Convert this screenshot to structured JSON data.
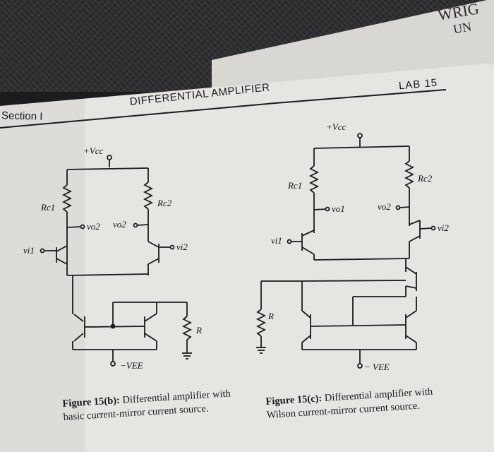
{
  "header": {
    "corner_text": "WRIG\nUN",
    "corner_line1": "WRIG",
    "corner_line2": "UN",
    "lab_label": "LAB 15",
    "section_label": "Section I",
    "title": "DIFFERENTIAL AMPLIFIER"
  },
  "figure_b": {
    "labels": {
      "vcc": "+Vcc",
      "rc1": "Rc1",
      "rc2": "Rc2",
      "vo2_left": "vo2",
      "vo2_right": "vo2",
      "vi1": "vi1",
      "vi2": "vi2",
      "r": "R",
      "vee": "−VEE"
    },
    "caption_bold": "Figure 15(b):",
    "caption_text": "Differential amplifier with basic current-mirror current source."
  },
  "figure_c": {
    "labels": {
      "vcc": "+Vcc",
      "rc1": "Rc1",
      "rc2": "Rc2",
      "vo1": "vo1",
      "vo2": "vo2",
      "vi1": "vi1",
      "vi2": "vi2",
      "r": "R",
      "vee": "− VEE"
    },
    "caption_bold": "Figure 15(c):",
    "caption_text": "Differential amplifier with Wilson current-mirror current source."
  },
  "colors": {
    "paper": "#e6e5e1",
    "ink": "#1b1b1b",
    "background": "#1c1c1e"
  }
}
